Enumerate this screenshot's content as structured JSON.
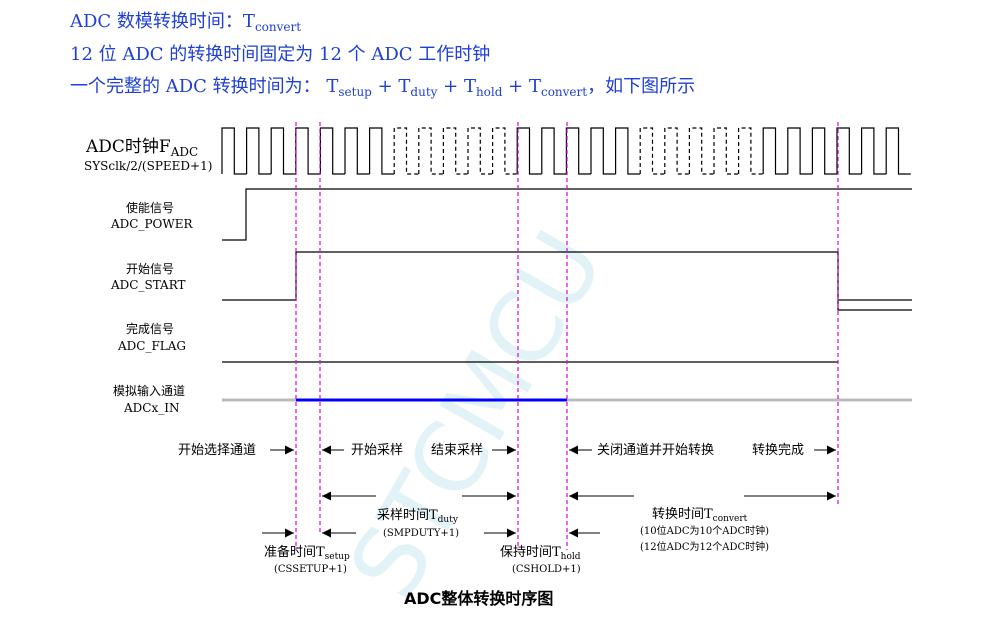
{
  "header": {
    "line1": {
      "text": "ADC 数模转换时间：T",
      "sub": "convert"
    },
    "line2": "12 位 ADC 的转换时间固定为 12 个 ADC 工作时钟",
    "line3": {
      "prefix": "一个完整的 ADC 转换时间为：  T",
      "t1": "setup",
      "p1": " + T",
      "t2": "duty",
      "p2": " + T",
      "t3": "hold",
      "p3": " + T",
      "t4": "convert",
      "suffix": "，如下图所示"
    }
  },
  "signals": {
    "clock": {
      "name": "ADC时钟F",
      "name_sub": "ADC",
      "formula": "SYSclk/2/(SPEED+1)"
    },
    "power": {
      "cn": "使能信号",
      "en": "ADC_POWER"
    },
    "start": {
      "cn": "开始信号",
      "en": "ADC_START"
    },
    "flag": {
      "cn": "完成信号",
      "en": "ADC_FLAG"
    },
    "input": {
      "cn": "模拟输入通道",
      "en": "ADCx_IN"
    }
  },
  "phases": {
    "select": "开始选择通道",
    "sample_start": "开始采样",
    "sample_end": "结束采样",
    "close_convert": "关闭通道并开始转换",
    "convert_done": "转换完成"
  },
  "timings": {
    "sample": {
      "label": "采样时间T",
      "sub": "duty",
      "reg": "(SMPDUTY+1)"
    },
    "setup": {
      "label": "准备时间T",
      "sub": "setup",
      "reg": "(CSSETUP+1)"
    },
    "hold": {
      "label": "保持时间T",
      "sub": "hold",
      "reg": "(CSHOLD+1)"
    },
    "convert": {
      "label": "转换时间T",
      "sub": "convert",
      "note1": "(10位ADC为10个ADC时钟)",
      "note2": "(12位ADC为12个ADC时钟)"
    }
  },
  "caption": "ADC整体转换时序图",
  "watermark": "STCMCU",
  "colors": {
    "intro": "#1f3fd6",
    "marker": "#e000e0",
    "input_active": "#0000ff",
    "input_idle": "#bbbbbb"
  }
}
